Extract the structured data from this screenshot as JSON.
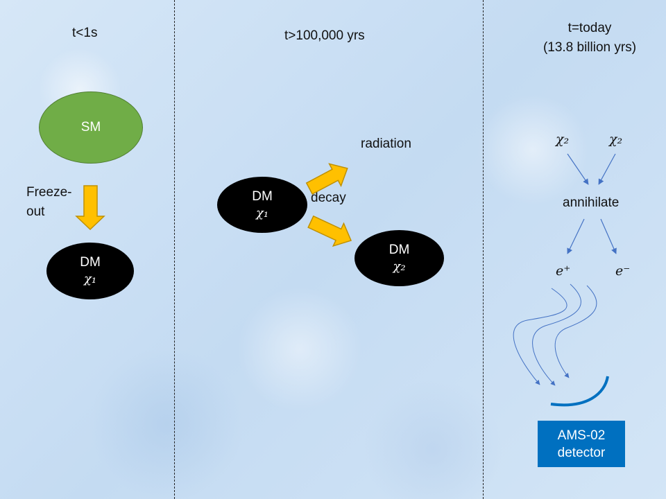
{
  "panels": [
    {
      "title": "t<1s"
    },
    {
      "title": "t>100,000 yrs"
    },
    {
      "title_line1": "t=today",
      "title_line2": "(13.8 billion yrs)"
    }
  ],
  "panel1": {
    "sm_label": "SM",
    "freeze_line1": "Freeze-",
    "freeze_line2": "out",
    "dm_label": "DM",
    "dm_symbol": "χ₁"
  },
  "panel2": {
    "dm_label": "DM",
    "dm_symbol": "χ₁",
    "decay_label": "decay",
    "radiation_label": "radiation",
    "dm2_label": "DM",
    "dm2_symbol": "χ₂"
  },
  "panel3": {
    "chi_left": "χ₂",
    "chi_right": "χ₂",
    "annihilate_label": "annihilate",
    "e_plus": "e⁺",
    "e_minus": "e⁻",
    "detector_line1": "AMS-02",
    "detector_line2": "detector"
  },
  "colors": {
    "arrow_fill": "#ffc000",
    "arrow_stroke": "#bf9000",
    "sm_fill": "#70ad47",
    "dm_fill": "#000000",
    "detector_fill": "#0070c0",
    "line_blue": "#4472c4"
  }
}
